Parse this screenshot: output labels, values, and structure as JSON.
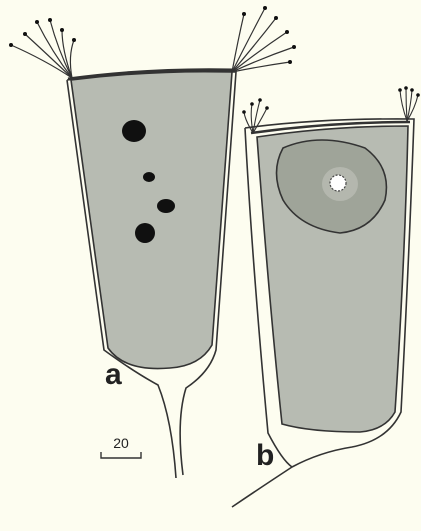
{
  "colors": {
    "background": "#fdfdf0",
    "cell_body": "#b7bbb2",
    "nucleus": "#9fa499",
    "nucleolus_halo": "#b4b7ae",
    "granule": "#101010",
    "outline": "#333333"
  },
  "figure": {
    "panel_a_label": "a",
    "panel_b_label": "b",
    "scale_bar_label": "20"
  }
}
